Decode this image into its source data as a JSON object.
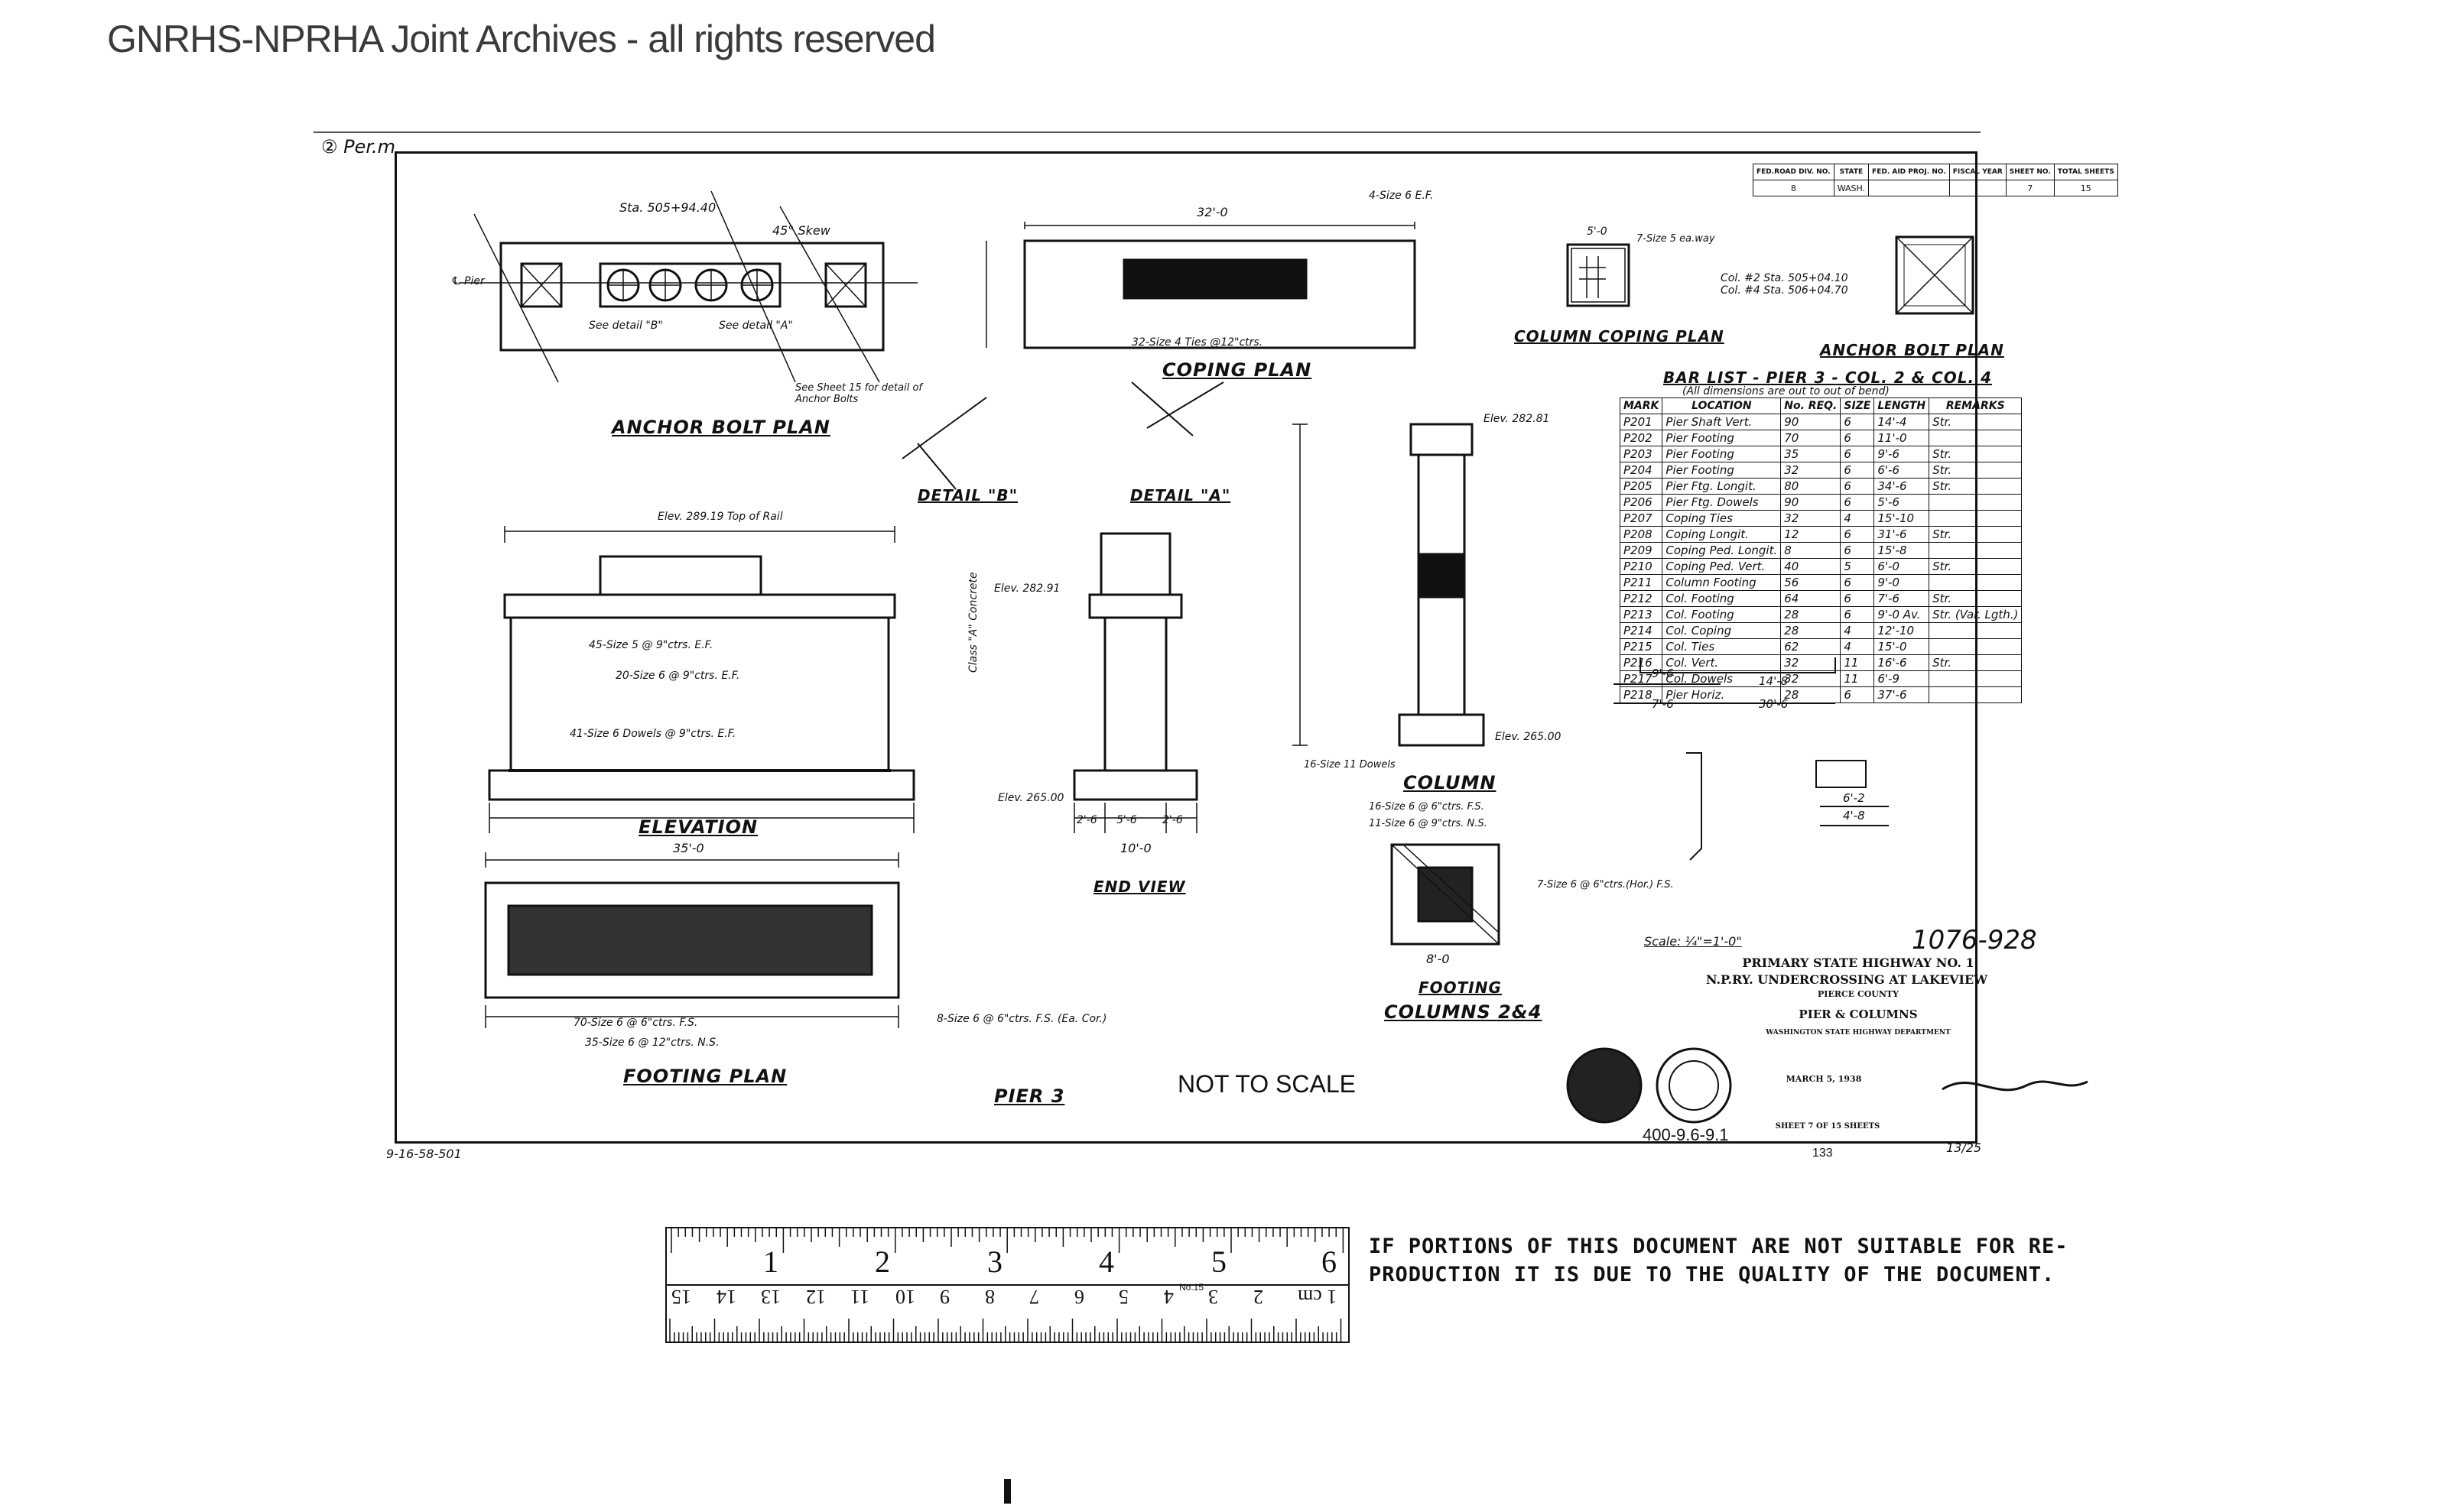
{
  "watermark": "GNRHS-NPRHA Joint Archives - all rights reserved",
  "sheet_ref": "② Per.m",
  "title_block_small": {
    "headers": [
      "FED.ROAD DIV. NO.",
      "STATE",
      "FED. AID PROJ. NO.",
      "FISCAL YEAR",
      "SHEET NO.",
      "TOTAL SHEETS"
    ],
    "values": [
      "8",
      "WASH.",
      "",
      "",
      "7",
      "15"
    ]
  },
  "views": {
    "anchor_bolt_plan": "ANCHOR BOLT PLAN",
    "coping_plan": "COPING PLAN",
    "column_coping_plan": "COLUMN COPING PLAN",
    "anchor_bolt_plan_small": "ANCHOR BOLT PLAN",
    "detail_b": "DETAIL \"B\"",
    "detail_a": "DETAIL \"A\"",
    "elevation": "ELEVATION",
    "end_view": "END VIEW",
    "column": "COLUMN",
    "footing": "FOOTING",
    "columns_2_4": "COLUMNS 2&4",
    "footing_plan": "FOOTING PLAN",
    "pier_3": "PIER 3"
  },
  "annotations": {
    "sta": "Sta. 505+94.40",
    "skew": "45° Skew",
    "see_detail_b": "See detail \"B\"",
    "see_detail_a": "See detail \"A\"",
    "see_sheet": "See Sheet 15 for detail of Anchor Bolts",
    "pier_cl": "℄ Pier",
    "coping_dim": "32'-0",
    "coping_ties": "32-Size 4 Ties @12\"ctrs.",
    "coping_top": "4-Size 6 E.F.",
    "col_cop_dim": "5'-0",
    "col_cop_note": "7-Size 5 ea.way",
    "col_sta_1": "Col. #2 Sta. 505+04.10",
    "col_sta_2": "Col. #4 Sta. 506+04.70",
    "elev_top_rail": "Elev. 289.19 Top of Rail",
    "elev_282": "Elev. 282.91",
    "elev_265": "Elev. 265.00",
    "elev_col_top": "Elev. 282.81",
    "elev_col_bot": "Elev. 265.00",
    "dowels": "41-Size 6 Dowels @ 9\"ctrs. E.F.",
    "bars_45": "45-Size 5 @ 9\"ctrs. E.F.",
    "bars_20": "20-Size 6 @ 9\"ctrs. E.F.",
    "class_a": "Class \"A\" Concrete",
    "col_dowels": "16-Size 11 Dowels",
    "footing_bars_1": "16-Size 6 @ 6\"ctrs. F.S.",
    "footing_bars_2": "11-Size 6 @ 9\"ctrs. N.S.",
    "footing_bars_3": "7-Size 6 @ 6\"ctrs.(Hor.) F.S.",
    "footing_plan_1": "70-Size 6 @ 6\"ctrs. F.S.",
    "footing_plan_2": "35-Size 6 @ 12\"ctrs. N.S.",
    "footing_plan_3": "8-Size 6 @ 6\"ctrs. F.S. (Ea. Cor.)",
    "dim_35": "35'-0",
    "dim_10": "10'-0",
    "dim_8": "8'-0",
    "dim_end_1": "2'-6",
    "dim_end_2": "5'-6",
    "dim_end_3": "2'-6",
    "not_to_scale": "NOT TO SCALE",
    "scale": "Scale: ¼\"=1'-0\""
  },
  "bar_list": {
    "title": "BAR LIST - PIER 3 - COL. 2 & COL. 4",
    "subtitle": "(All dimensions are out to out of bend)",
    "headers": [
      "MARK",
      "LOCATION",
      "No. REQ.",
      "SIZE",
      "LENGTH",
      "REMARKS"
    ],
    "rows": [
      [
        "P201",
        "Pier Shaft Vert.",
        "90",
        "6",
        "14'-4",
        "Str."
      ],
      [
        "P202",
        "Pier Footing",
        "70",
        "6",
        "11'-0",
        ""
      ],
      [
        "P203",
        "Pier Footing",
        "35",
        "6",
        "9'-6",
        "Str."
      ],
      [
        "P204",
        "Pier Footing",
        "32",
        "6",
        "6'-6",
        "Str."
      ],
      [
        "P205",
        "Pier Ftg. Longit.",
        "80",
        "6",
        "34'-6",
        "Str."
      ],
      [
        "P206",
        "Pier Ftg. Dowels",
        "90",
        "6",
        "5'-6",
        ""
      ],
      [
        "P207",
        "Coping Ties",
        "32",
        "4",
        "15'-10",
        ""
      ],
      [
        "P208",
        "Coping Longit.",
        "12",
        "6",
        "31'-6",
        "Str."
      ],
      [
        "P209",
        "Coping Ped. Longit.",
        "8",
        "6",
        "15'-8",
        ""
      ],
      [
        "P210",
        "Coping Ped. Vert.",
        "40",
        "5",
        "6'-0",
        "Str."
      ],
      [
        "P211",
        "Column Footing",
        "56",
        "6",
        "9'-0",
        ""
      ],
      [
        "P212",
        "Col. Footing",
        "64",
        "6",
        "7'-6",
        "Str."
      ],
      [
        "P213",
        "Col. Footing",
        "28",
        "6",
        "9'-0 Av.",
        "Str. (Var. Lgth.)"
      ],
      [
        "P214",
        "Col. Coping",
        "28",
        "4",
        "12'-10",
        ""
      ],
      [
        "P215",
        "Col. Ties",
        "62",
        "4",
        "15'-0",
        ""
      ],
      [
        "P216",
        "Col. Vert.",
        "32",
        "11",
        "16'-6",
        "Str."
      ],
      [
        "P217",
        "Col. Dowels",
        "32",
        "11",
        "6'-9",
        ""
      ],
      [
        "P218",
        "Pier Horiz.",
        "28",
        "6",
        "37'-6",
        ""
      ]
    ]
  },
  "bend_details": {
    "d1_a": "9'-6",
    "d1_b": "7'-6",
    "d2_a": "14'-8",
    "d2_b": "30'-6",
    "d3": "6'-2",
    "d4": "4'-8"
  },
  "title_block": {
    "drawing_no": "1076-928",
    "line1": "PRIMARY STATE HIGHWAY NO. 1",
    "line2": "N.P.RY. UNDERCROSSING AT LAKEVIEW",
    "county": "PIERCE COUNTY",
    "subject": "PIER & COLUMNS",
    "dept": "WASHINGTON STATE HIGHWAY DEPARTMENT",
    "date": "MARCH 5, 1938",
    "sheet": "SHEET 7 OF 15 SHEETS",
    "file_no": "400-9.6-9.1",
    "file_small": "133",
    "corner_note": "13/25"
  },
  "bottom_left_note": "9-16-58-501",
  "ruler": {
    "inches": [
      "1",
      "2",
      "3",
      "4",
      "5",
      "6"
    ],
    "cm": [
      "15",
      "14",
      "13",
      "12",
      "11",
      "10",
      "9",
      "8",
      "7",
      "6",
      "5",
      "4",
      "3",
      "2",
      "1 cm"
    ],
    "maker": "No.15"
  },
  "notice": {
    "line1": "IF PORTIONS OF THIS DOCUMENT ARE NOT SUITABLE FOR RE-",
    "line2": "PRODUCTION IT IS DUE TO THE QUALITY OF THE DOCUMENT."
  }
}
